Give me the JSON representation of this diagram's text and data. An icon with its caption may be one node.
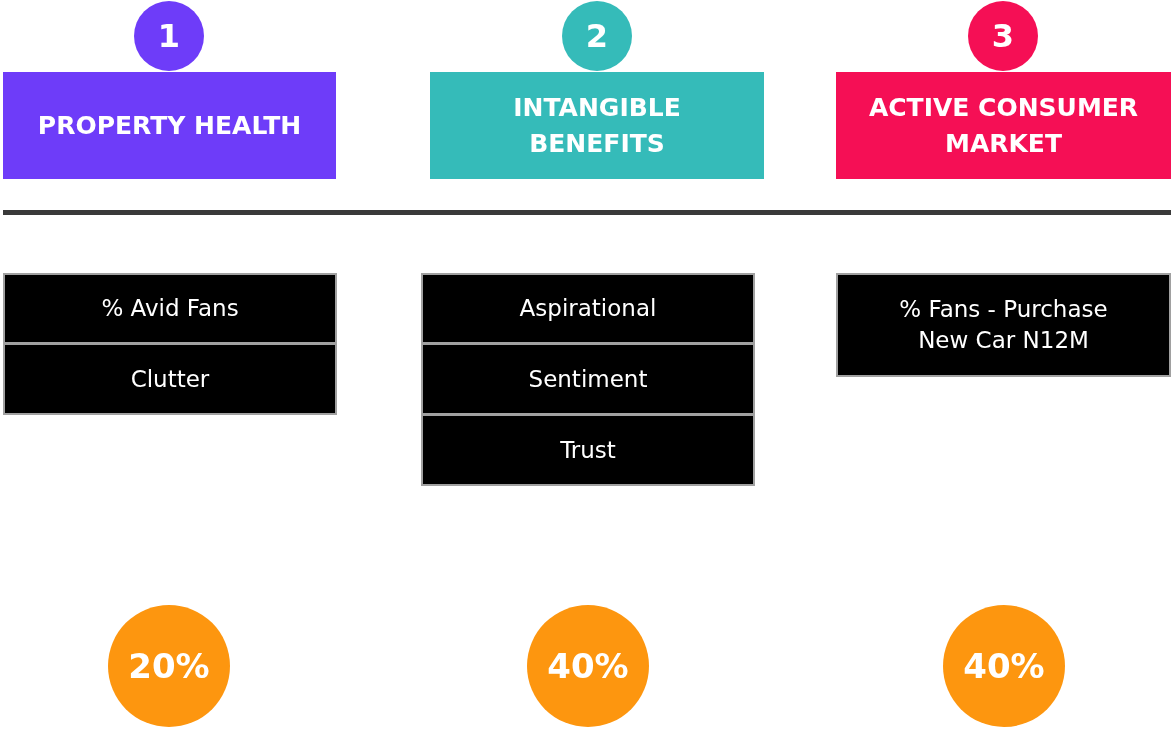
{
  "diagram": {
    "nodes": [
      {
        "text": [
          "1"
        ]
      },
      {
        "text": [
          "2"
        ]
      },
      {
        "text": [
          "3"
        ]
      },
      {
        "text": [
          "PROPERTY HEALTH"
        ]
      },
      {
        "text": [
          "INTANGIBLE BENEFITS"
        ]
      },
      {
        "text": [
          "ACTIVE CONSUMER MARKET"
        ]
      },
      {
        "text": [
          "% Avid Fans"
        ]
      },
      {
        "text": [
          "Aspirational"
        ]
      },
      {
        "text": [
          "% Fans - Purchase New Car N12M"
        ]
      },
      {
        "text": [
          "Clutter"
        ]
      },
      {
        "text": [
          "Sentiment"
        ]
      },
      {
        "text": [
          "Trust"
        ]
      },
      {
        "text": [
          "20%"
        ]
      },
      {
        "text": [
          "40%"
        ]
      },
      {
        "text": [
          "40%"
        ]
      }
    ]
  }
}
